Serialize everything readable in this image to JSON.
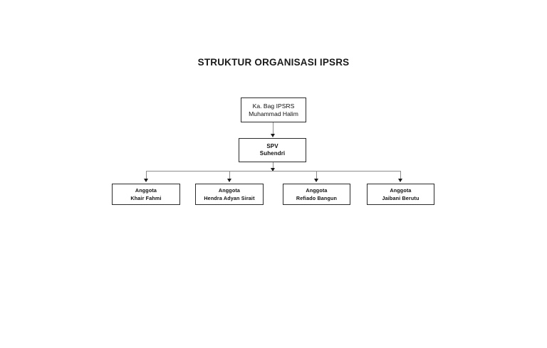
{
  "chart_data": {
    "type": "diagram",
    "diagram_type": "organizational-chart",
    "title": "STRUKTUR ORGANISASI IPSRS",
    "orientation": "top-down",
    "levels": 3,
    "nodes": [
      {
        "id": "root",
        "role": "Ka. Bag IPSRS",
        "name": "Muhammad Halim",
        "level": 1
      },
      {
        "id": "spv",
        "role": "SPV",
        "name": "Suhendri",
        "level": 2
      },
      {
        "id": "m1",
        "role": "Anggota",
        "name": "Khair Fahmi",
        "level": 3
      },
      {
        "id": "m2",
        "role": "Anggota",
        "name": "Hendra Adyan Sirait",
        "level": 3
      },
      {
        "id": "m3",
        "role": "Anggota",
        "name": "Refiado Bangun",
        "level": 3
      },
      {
        "id": "m4",
        "role": "Anggota",
        "name": "Jaibani Berutu",
        "level": 3
      }
    ],
    "edges": [
      {
        "from": "root",
        "to": "spv",
        "style": "arrow"
      },
      {
        "from": "spv",
        "to": "m1",
        "style": "arrow"
      },
      {
        "from": "spv",
        "to": "m2",
        "style": "arrow"
      },
      {
        "from": "spv",
        "to": "m3",
        "style": "arrow"
      },
      {
        "from": "spv",
        "to": "m4",
        "style": "arrow"
      }
    ],
    "colors": {
      "background": "#ffffff",
      "box_border": "#2b2b2b",
      "box_fill": "#ffffff",
      "connector": "#8c8c8c",
      "arrowhead": "#1a1a1a",
      "text": "#101010"
    }
  },
  "title": "STRUKTUR ORGANISASI IPSRS",
  "root": {
    "role": "Ka. Bag IPSRS",
    "name": "Muhammad Halim"
  },
  "spv": {
    "role": "SPV",
    "name": "Suhendri"
  },
  "members": [
    {
      "role": "Anggota",
      "name": "Khair Fahmi"
    },
    {
      "role": "Anggota",
      "name": "Hendra Adyan Sirait"
    },
    {
      "role": "Anggota",
      "name": "Refiado Bangun"
    },
    {
      "role": "Anggota",
      "name": "Jaibani Berutu"
    }
  ]
}
